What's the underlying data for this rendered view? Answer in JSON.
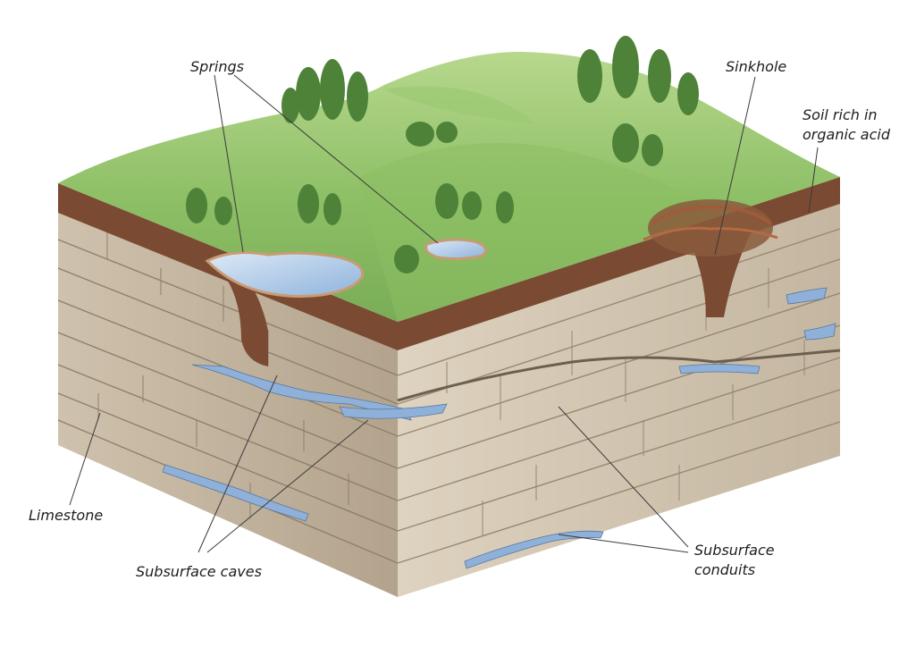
{
  "labels": {
    "springs": "Springs",
    "sinkhole": "Sinkhole",
    "soil_line1": "Soil rich in",
    "soil_line2": "organic acid",
    "limestone": "Limestone",
    "caves": "Subsurface caves",
    "conduits_line1": "Subsurface",
    "conduits_line2": "conduits"
  },
  "colors": {
    "background": "#ffffff",
    "grass_light": "#a6cf7e",
    "grass_dark": "#6fa24f",
    "soil": "#7b4a33",
    "limestone_light": "#d8cbb6",
    "limestone_dark": "#a69783",
    "water": "#a9c7e6",
    "tree": "#4d8238"
  }
}
